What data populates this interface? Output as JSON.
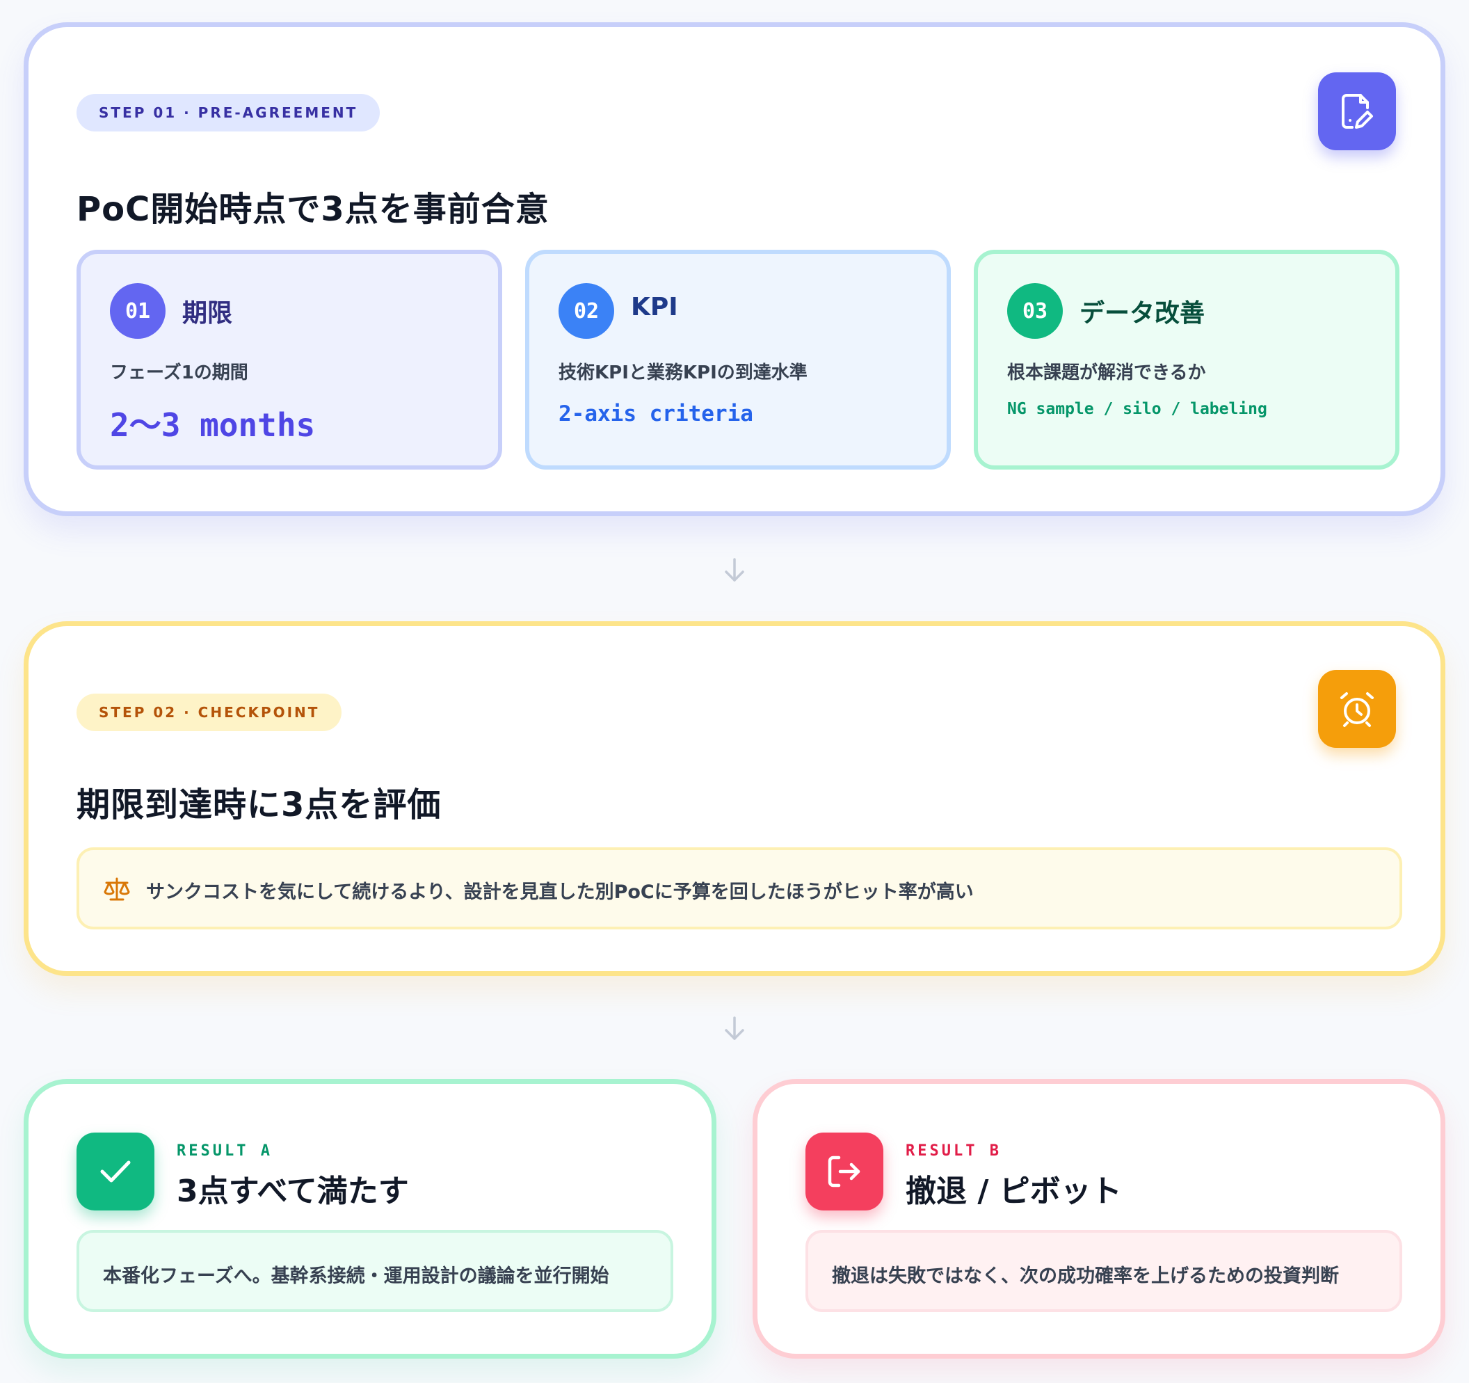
{
  "step1": {
    "badge": "STEP 01 · PRE-AGREEMENT",
    "icon": "document-edit-icon",
    "title": "PoC開始時点で3点を事前合意",
    "criteria": [
      {
        "num": "01",
        "label": "期限",
        "desc": "フェーズ1の期間",
        "value": "2〜3 months",
        "color": "#6366f1"
      },
      {
        "num": "02",
        "label": "KPI",
        "desc": "技術KPIと業務KPIの到達水準",
        "value": "2-axis criteria",
        "color": "#3b82f6"
      },
      {
        "num": "03",
        "label": "データ改善",
        "desc": "根本課題が解消できるか",
        "value": "NG sample / silo / labeling",
        "color": "#10b981"
      }
    ]
  },
  "step2": {
    "badge": "STEP 02 · CHECKPOINT",
    "icon": "alarm-clock-icon",
    "title": "期限到達時に3点を評価",
    "note": {
      "icon": "scale-icon",
      "text": "サンクコストを気にして続けるより、設計を見直した別PoCに予算を回したほうがヒット率が高い"
    }
  },
  "arrows": {
    "icon": "arrow-down-icon"
  },
  "results": [
    {
      "kicker": "RESULT A",
      "title": "3点すべて満たす",
      "icon": "check-icon",
      "text": "本番化フェーズへ。基幹系接続・運用設計の議論を並行開始",
      "color": "#10b981"
    },
    {
      "kicker": "RESULT B",
      "title": "撤退 / ピボット",
      "icon": "exit-icon",
      "text": "撤退は失敗ではなく、次の成功確率を上げるための投資判断",
      "color": "#f43f5e"
    }
  ]
}
